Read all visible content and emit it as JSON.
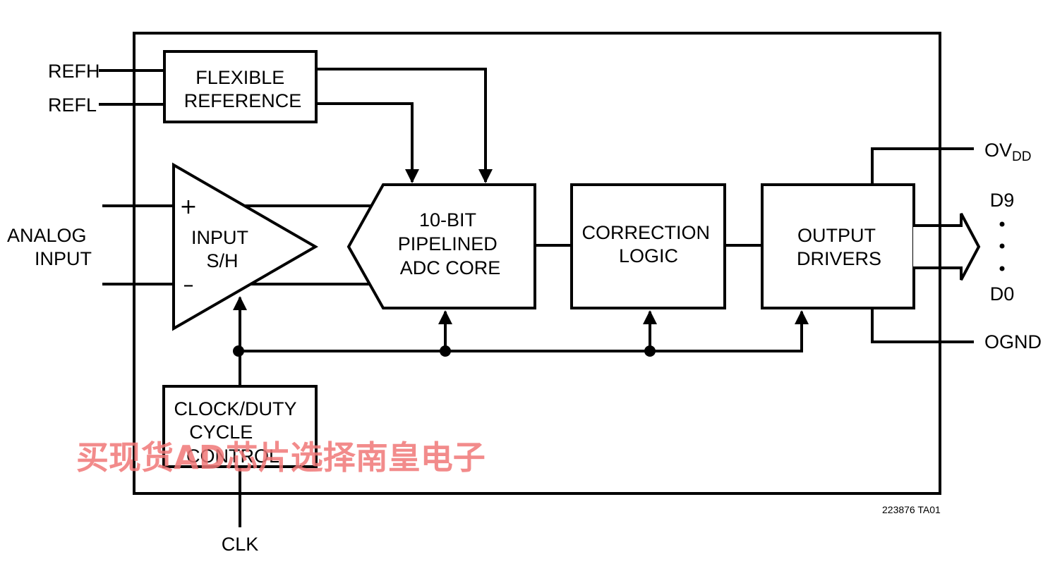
{
  "pins": {
    "refh": "REFH",
    "refl": "REFL",
    "analog_input": [
      "ANALOG",
      "INPUT"
    ],
    "clk": "CLK",
    "ovdd_main": "OV",
    "ovdd_sub": "DD",
    "d9": "D9",
    "d0": "D0",
    "ognd": "OGND"
  },
  "blocks": {
    "flexible_reference": [
      "FLEXIBLE",
      "REFERENCE"
    ],
    "input_sh": [
      "INPUT",
      "S/H"
    ],
    "adc_core": [
      "10-BIT",
      "PIPELINED",
      "ADC CORE"
    ],
    "correction_logic": [
      "CORRECTION",
      "LOGIC"
    ],
    "output_drivers": [
      "OUTPUT",
      "DRIVERS"
    ],
    "clock_duty": [
      "CLOCK/DUTY",
      "CYCLE",
      "CONTROL"
    ]
  },
  "signs": {
    "plus": "+",
    "minus": "–"
  },
  "figure_id": "223876 TA01",
  "watermark": "买现货AD芯片选择南皇电子"
}
